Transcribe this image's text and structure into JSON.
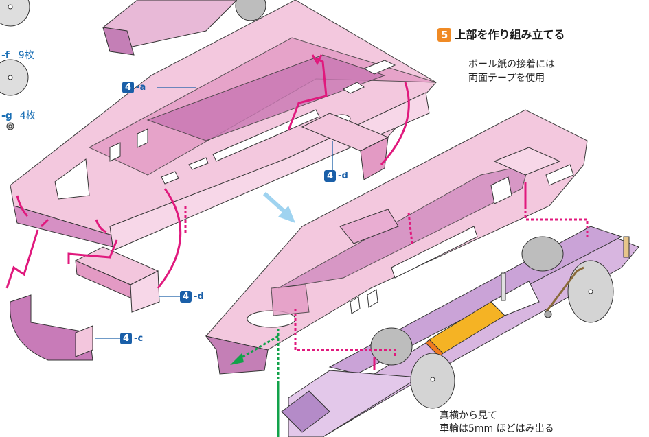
{
  "step": {
    "number": "5",
    "title": "上部を作り組み立てる"
  },
  "note_glue": [
    "ボール紙の接着には",
    "両面テープを使用"
  ],
  "note_wheel": [
    "真横から見て",
    "車輪は5mm ほどはみ出る"
  ],
  "parts_list": [
    {
      "id": "-f",
      "count": "9枚"
    },
    {
      "id": "-g",
      "count": "4枚"
    }
  ],
  "labels": {
    "a": {
      "num": "4",
      "suffix": "-a"
    },
    "d1": {
      "num": "4",
      "suffix": "-d"
    },
    "d2": {
      "num": "4",
      "suffix": "-d"
    },
    "c": {
      "num": "4",
      "suffix": "-c"
    }
  },
  "colors": {
    "body_pink": "#f3c6dd",
    "body_mid": "#e39ac4",
    "body_dark": "#b85ea0",
    "arrow_magenta": "#e0197d",
    "arrow_green": "#12a24a",
    "arrow_blue": "#9fd3f0",
    "chassis": "#d8b6e0",
    "wheel": "#a9a9a9",
    "battery": "#f5b324",
    "badge_blue": "#1a5fa8",
    "badge_orange": "#f08a24"
  }
}
